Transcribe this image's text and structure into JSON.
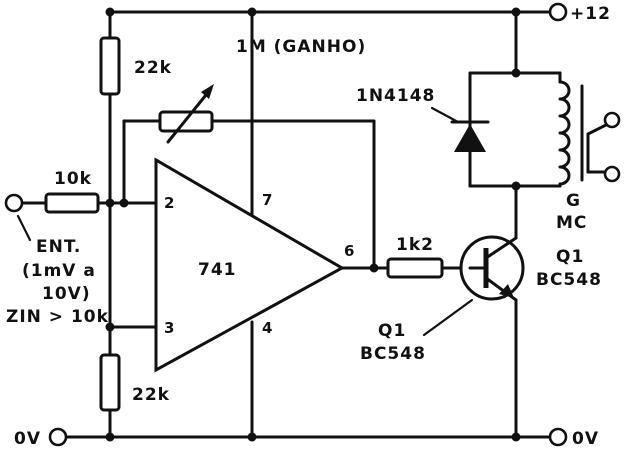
{
  "diagram": {
    "labels": {
      "r_top": "22k",
      "r_bottom": "22k",
      "r_input": "10k",
      "r_base": "1k2",
      "pot": "1M (GANHO)",
      "diode": "1N4148",
      "opamp": "741",
      "pin2": "2",
      "pin3": "3",
      "pin4": "4",
      "pin6": "6",
      "pin7": "7",
      "relay_g": "G",
      "relay_mc": "MC",
      "vcc": "+12",
      "gnd_left": "0V",
      "gnd_right": "0V",
      "input_1": "ENT.",
      "input_2": "(1mV a",
      "input_3": "10V)",
      "input_4": "ZIN > 10k",
      "q1_a": "Q1",
      "q1_a_type": "BC548",
      "q1_b": "Q1",
      "q1_b_type": "BC548"
    }
  }
}
